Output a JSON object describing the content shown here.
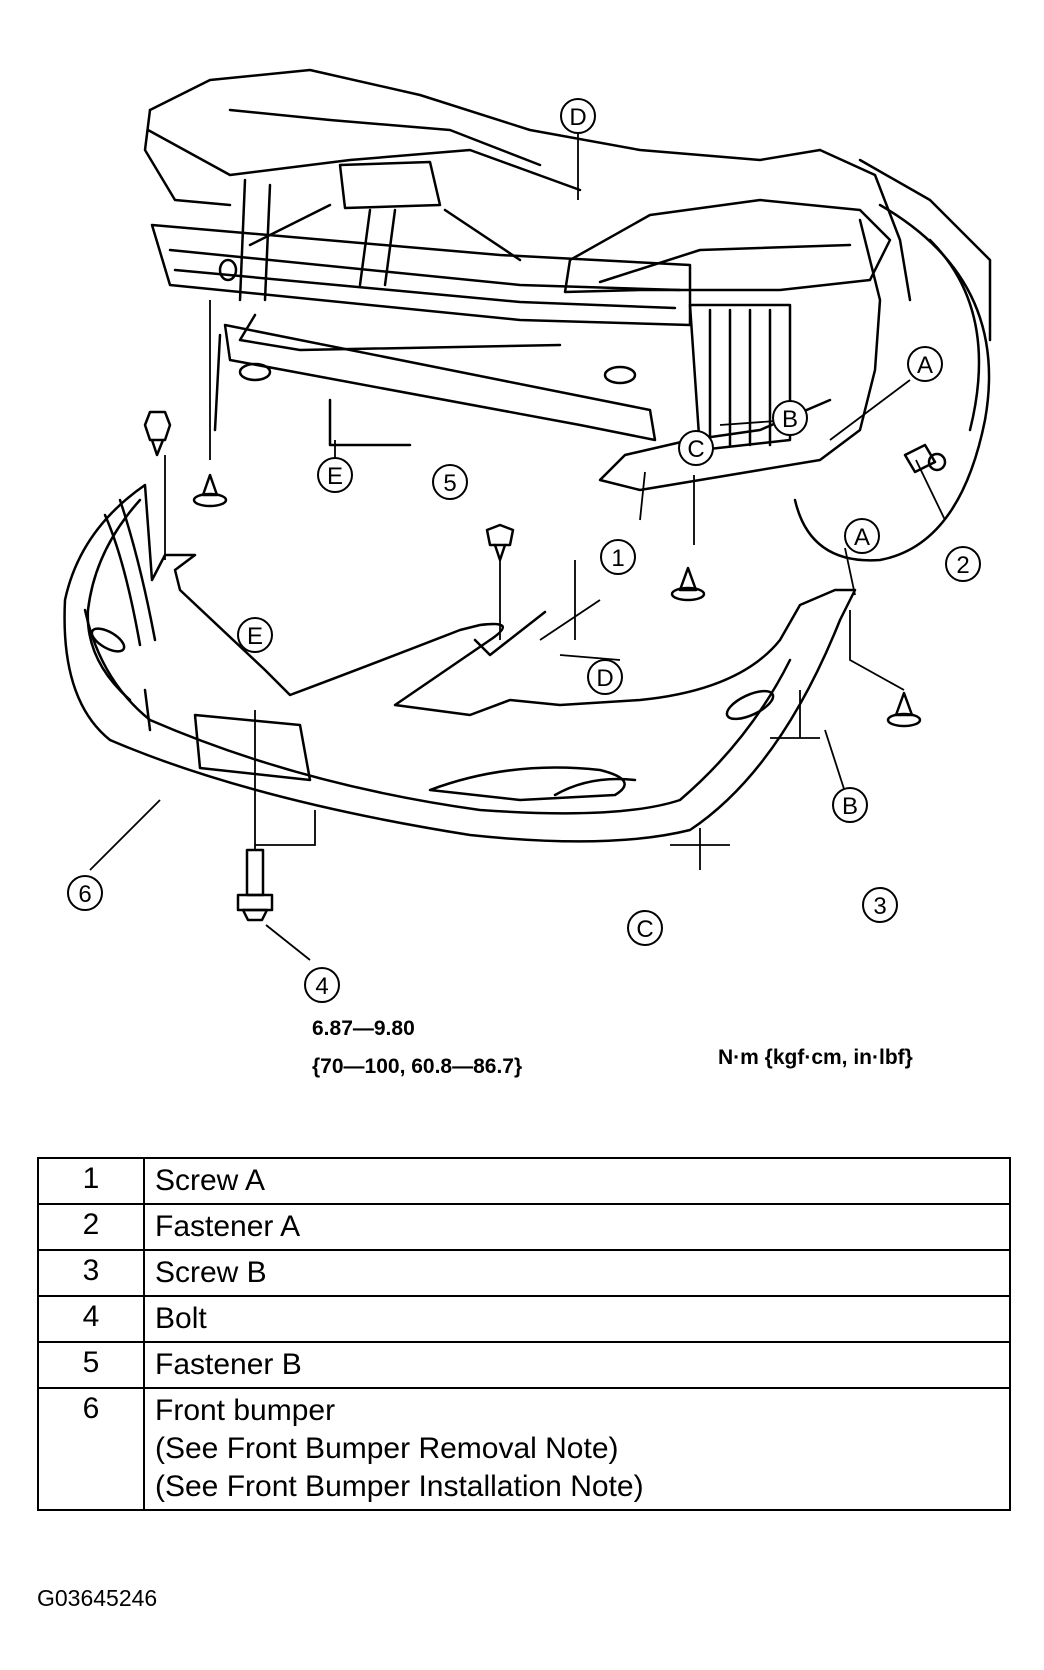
{
  "callouts": {
    "n1": "1",
    "n2": "2",
    "n3": "3",
    "n4": "4",
    "n5": "5",
    "n6": "6",
    "a": "A",
    "b": "B",
    "c": "C",
    "d": "D",
    "e": "E"
  },
  "torque": {
    "line1": "6.87—9.80",
    "line2": "{70—100, 60.8—86.7}",
    "unit": "N·m {kgf·cm,  in·lbf}"
  },
  "parts": [
    {
      "num": "1",
      "lines": [
        "Screw A"
      ]
    },
    {
      "num": "2",
      "lines": [
        "Fastener A"
      ]
    },
    {
      "num": "3",
      "lines": [
        "Screw B"
      ]
    },
    {
      "num": "4",
      "lines": [
        "Bolt"
      ]
    },
    {
      "num": "5",
      "lines": [
        "Fastener B"
      ]
    },
    {
      "num": "6",
      "lines": [
        "Front bumper",
        "(See Front Bumper Removal Note)",
        "(See Front Bumper Installation Note)"
      ]
    }
  ],
  "figure_code": "G03645246"
}
